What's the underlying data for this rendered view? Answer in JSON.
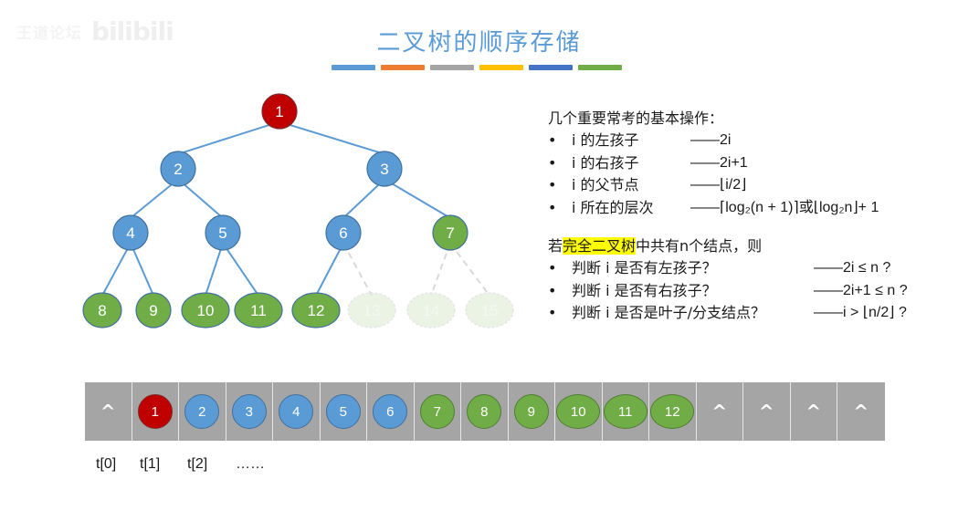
{
  "watermark": {
    "text": "王道论坛",
    "logo": "bilibili"
  },
  "title": "二叉树的顺序存储",
  "color_bars": [
    "#5b9bd5",
    "#ed7d31",
    "#a5a5a5",
    "#ffc000",
    "#4472c4",
    "#70ad47"
  ],
  "colors": {
    "root": "#c00000",
    "internal": "#5b9bd5",
    "leaf": "#70ad47",
    "ghost": "#e2efda",
    "edge": "#5b9bd5",
    "ghost_edge": "#d9d9d9",
    "cell": "#a5a5a5",
    "highlight": "#ffff00"
  },
  "tree": {
    "nodes": [
      {
        "id": 1,
        "label": "1",
        "kind": "root"
      },
      {
        "id": 2,
        "label": "2",
        "kind": "internal"
      },
      {
        "id": 3,
        "label": "3",
        "kind": "internal"
      },
      {
        "id": 4,
        "label": "4",
        "kind": "internal"
      },
      {
        "id": 5,
        "label": "5",
        "kind": "internal"
      },
      {
        "id": 6,
        "label": "6",
        "kind": "internal"
      },
      {
        "id": 7,
        "label": "7",
        "kind": "leaf"
      },
      {
        "id": 8,
        "label": "8",
        "kind": "leaf"
      },
      {
        "id": 9,
        "label": "9",
        "kind": "leaf"
      },
      {
        "id": 10,
        "label": "10",
        "kind": "leaf"
      },
      {
        "id": 11,
        "label": "11",
        "kind": "leaf"
      },
      {
        "id": 12,
        "label": "12",
        "kind": "leaf"
      },
      {
        "id": 13,
        "label": "13",
        "kind": "ghost"
      },
      {
        "id": 14,
        "label": "14",
        "kind": "ghost"
      },
      {
        "id": 15,
        "label": "15",
        "kind": "ghost"
      }
    ]
  },
  "operations": {
    "heading": "几个重要常考的基本操作：",
    "bullet": "•",
    "items": [
      {
        "label": "i 的左孩子",
        "formula": "——2i"
      },
      {
        "label": "i 的右孩子",
        "formula": "——2i+1"
      },
      {
        "label": "i 的父节点",
        "formula": "——⌊i/2⌋"
      },
      {
        "label": "i 所在的层次",
        "formula": "——⌈log₂(n + 1)⌉或⌊log₂n⌋+ 1"
      }
    ]
  },
  "complete_tree": {
    "prefix": "若",
    "highlight": "完全二叉树",
    "suffix": "中共有n个结点，则",
    "bullet": "•",
    "items": [
      {
        "label": "判断 i 是否有左孩子？",
        "formula": "——2i ≤ n ?"
      },
      {
        "label": "判断 i 是否有右孩子？",
        "formula": "——2i+1 ≤ n ?"
      },
      {
        "label": "判断 i 是否是叶子/分支结点？",
        "formula": "——i > ⌊n/2⌋ ?"
      }
    ]
  },
  "array": {
    "cells": [
      {
        "value": "^",
        "kind": "null"
      },
      {
        "value": "1",
        "kind": "red"
      },
      {
        "value": "2",
        "kind": "blue"
      },
      {
        "value": "3",
        "kind": "blue"
      },
      {
        "value": "4",
        "kind": "blue"
      },
      {
        "value": "5",
        "kind": "blue"
      },
      {
        "value": "6",
        "kind": "blue"
      },
      {
        "value": "7",
        "kind": "green"
      },
      {
        "value": "8",
        "kind": "green"
      },
      {
        "value": "9",
        "kind": "green"
      },
      {
        "value": "10",
        "kind": "green"
      },
      {
        "value": "11",
        "kind": "green"
      },
      {
        "value": "12",
        "kind": "green"
      },
      {
        "value": "^",
        "kind": "null"
      },
      {
        "value": "^",
        "kind": "null"
      },
      {
        "value": "^",
        "kind": "null"
      },
      {
        "value": "^",
        "kind": "null"
      }
    ],
    "index_labels": [
      "t[0]",
      "t[1]",
      "t[2]",
      "……"
    ]
  }
}
